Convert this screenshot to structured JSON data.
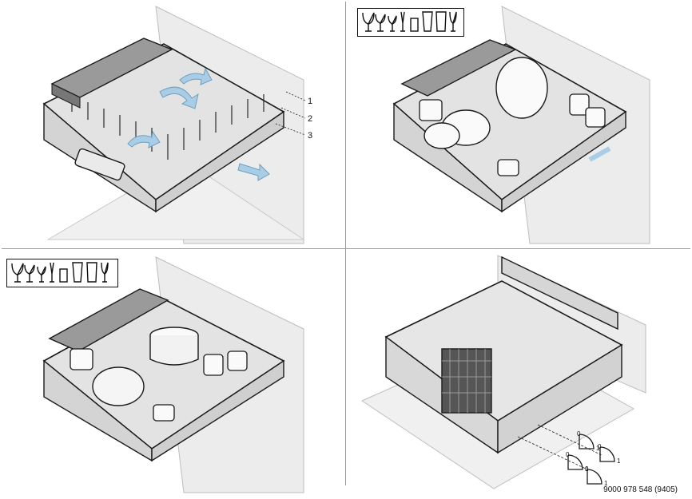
{
  "callouts": [
    "1",
    "2",
    "3"
  ],
  "angle_marks": {
    "zero": "0",
    "one": "1"
  },
  "document_number": "9000 978 548 (9405)",
  "colors": {
    "accent_blue": "#a9cde6",
    "line": "#1a1a1a",
    "wall": "#e6e6e6",
    "rack_fill": "#dcdcdc"
  },
  "icons": {
    "arrow": "blue-arrow-icon",
    "glass_strip": "glass-types-icon",
    "angle": "angle-indicator-icon"
  }
}
